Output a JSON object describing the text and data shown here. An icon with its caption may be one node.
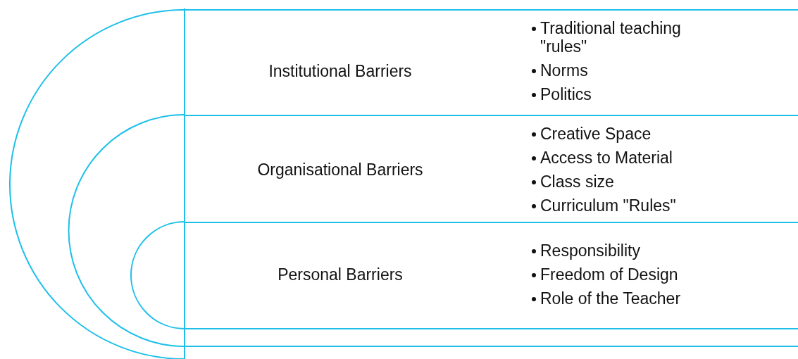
{
  "diagram": {
    "nodes": [
      {
        "text": [
          "Institutional Barriers",
          "Traditional teaching \"rules\"",
          "Norms",
          "Politics"
        ]
      },
      {
        "text": [
          "Organisational Barriers",
          "Creative Space",
          "Access to Material",
          "Class size",
          "Curriculum \"Rules\""
        ]
      },
      {
        "text": [
          "Personal Barriers",
          "Responsibility",
          "Freedom of Design",
          "Role of the Teacher"
        ]
      }
    ],
    "edges": []
  }
}
